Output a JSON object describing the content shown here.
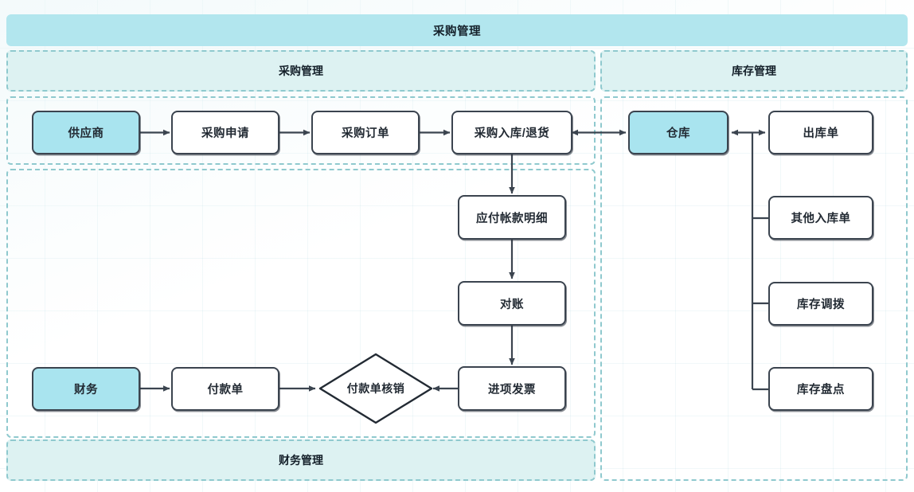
{
  "header": {
    "title": "采购管理"
  },
  "bands": {
    "purchasing": "采购管理",
    "inventory": "库存管理",
    "finance": "财务管理"
  },
  "colors": {
    "header_fill": "#b2e6ee",
    "band_fill": "#ddf2f2",
    "band_border": "#8fc9ce",
    "node_border": "#3b444f",
    "node_fill": "#ffffff",
    "accent_node_fill": "#a9e4ef",
    "connector": "#3b444f",
    "text": "#222a33"
  },
  "nodes": {
    "supplier": "供应商",
    "purchase_request": "采购申请",
    "purchase_order": "采购订单",
    "purchase_receipt_return": "采购入库/退货",
    "payable_detail": "应付帐款明细",
    "reconciliation": "对账",
    "input_invoice": "进项发票",
    "payment_writeoff": "付款单核销",
    "payment_voucher": "付款单",
    "finance": "财务",
    "warehouse": "仓库",
    "outbound_order": "出库单",
    "other_inbound_order": "其他入库单",
    "stock_transfer": "库存调拨",
    "stock_count": "库存盘点"
  },
  "flow_edges": [
    {
      "from": "供应商",
      "to": "采购申请",
      "direction": "one-way"
    },
    {
      "from": "采购申请",
      "to": "采购订单",
      "direction": "one-way"
    },
    {
      "from": "采购订单",
      "to": "采购入库/退货",
      "direction": "one-way"
    },
    {
      "from": "采购入库/退货",
      "to": "仓库",
      "direction": "two-way"
    },
    {
      "from": "采购入库/退货",
      "to": "应付帐款明细",
      "direction": "one-way"
    },
    {
      "from": "应付帐款明细",
      "to": "对账",
      "direction": "one-way"
    },
    {
      "from": "对账",
      "to": "进项发票",
      "direction": "one-way"
    },
    {
      "from": "进项发票",
      "to": "付款单核销",
      "direction": "one-way"
    },
    {
      "from": "付款单",
      "to": "付款单核销",
      "direction": "one-way"
    },
    {
      "from": "财务",
      "to": "付款单",
      "direction": "one-way"
    },
    {
      "from": "仓库",
      "to": "出库单",
      "direction": "two-way"
    },
    {
      "from": "仓库",
      "to": "其他入库单",
      "direction": "bus"
    },
    {
      "from": "仓库",
      "to": "库存调拨",
      "direction": "bus"
    },
    {
      "from": "仓库",
      "to": "库存盘点",
      "direction": "bus"
    }
  ]
}
